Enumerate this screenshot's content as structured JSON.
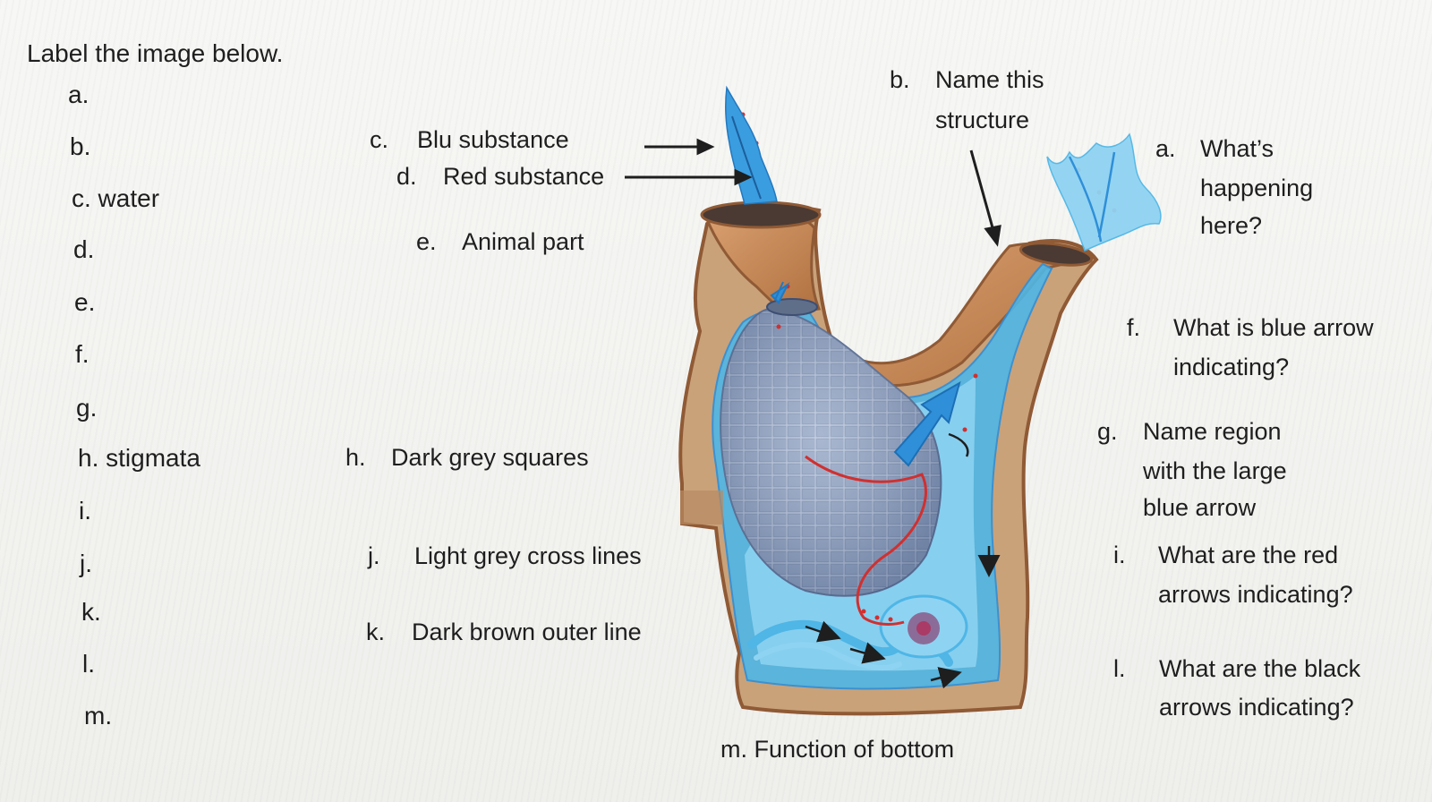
{
  "title": "Label the image below.",
  "answer_lines": [
    "a.",
    "b.",
    "c. water",
    "d.",
    "e.",
    "f.",
    "g.",
    "h. stigmata",
    "i.",
    "j.",
    "k.",
    "l.",
    "m."
  ],
  "labels": {
    "c_letter": "c.",
    "c_text": "Blu substance",
    "d_letter": "d.",
    "d_text": "Red substance",
    "e_letter": "e.",
    "e_text": "Animal part",
    "h_letter": "h.",
    "h_text": "Dark grey squares",
    "j_letter": "j.",
    "j_text": "Light grey cross lines",
    "k_letter": "k.",
    "k_text": "Dark brown outer line",
    "b_letter": "b.",
    "b_line1": "Name this",
    "b_line2": "structure",
    "a_letter": "a.",
    "a_line1": "What’s",
    "a_line2": "happening",
    "a_line3": "here?",
    "f_letter": "f.",
    "f_line1": "What is blue arrow",
    "f_line2": "indicating?",
    "g_letter": "g.",
    "g_line1": "Name region",
    "g_line2": "with the large",
    "g_line3": "blue arrow",
    "i_letter": "i.",
    "i_line1": "What are the red",
    "i_line2": "arrows indicating?",
    "l_letter": "l.",
    "l_line1": "What are the black",
    "l_line2": "arrows indicating?",
    "m_text": "m.  Function of bottom"
  },
  "colors": {
    "tunic": "#c9a27a",
    "tunic_dark": "#8f5a35",
    "siphon": "#c98a5a",
    "water": "#4fb6e6",
    "water_light": "#8fd3f2",
    "pharynx": "#7f92b4",
    "arrow_red": "#d03030",
    "arrow_blue": "#2f8fd8"
  }
}
